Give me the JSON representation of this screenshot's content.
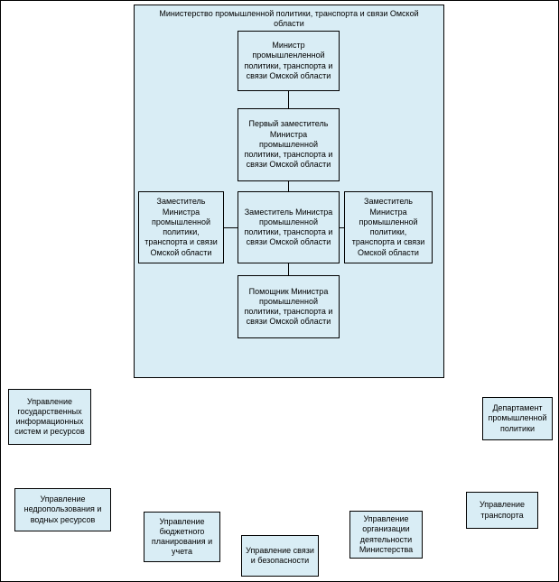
{
  "colors": {
    "node_fill": "#d9edf5",
    "node_border": "#000000",
    "background": "#ffffff",
    "connector": "#000000"
  },
  "org": {
    "container_title": "Министерство промышленной политики, транспорта и связи Омской области",
    "nodes": {
      "minister": "Министр промышленленной политики, транспорта и связи Омской области",
      "first_deputy": "Первый заместитель Министра промышленной политики, транспорта и связи Омской области",
      "deputy_left": "Заместитель Министра промышленной политики, транспорта и связи Омской области",
      "deputy_center": "Заместитель Министра промышленной политики, транспорта и связи Омской области",
      "deputy_right": "Заместитель Министра промышленной политики, транспорта и связи Омской области",
      "assistant": "Помощник Министра промышленной политики, транспорта и связи Омской области"
    },
    "departments": {
      "info_systems": "Управление государственных информационных систем и ресурсов",
      "industrial_policy": "Департамент промышленной политики",
      "subsoil_water": "Управление недропользования и водных ресурсов",
      "budget_planning": "Управление бюджетного планирования и учета",
      "comms_security": "Управление связи и безопасности",
      "org_activity": "Управление организации деятельности Министерства",
      "transport": "Управление транспорта"
    }
  }
}
